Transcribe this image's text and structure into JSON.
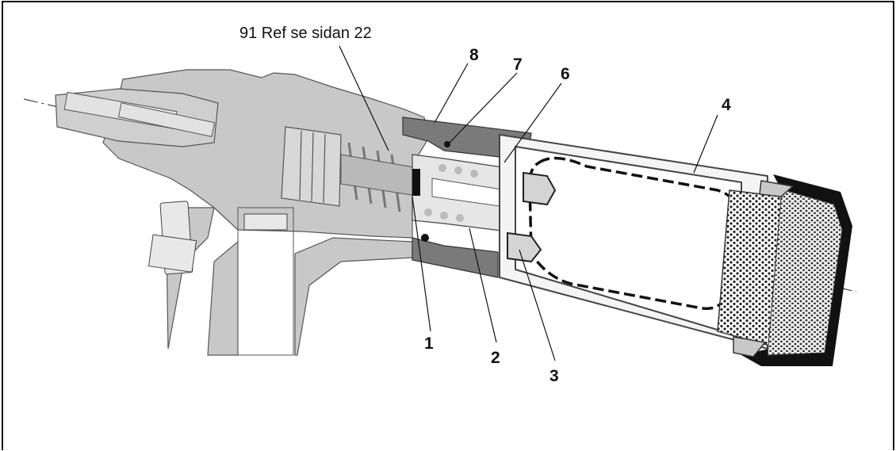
{
  "reference_note": "91 Ref se sidan 22",
  "callouts": [
    "8",
    "7",
    "6",
    "4",
    "1",
    "2",
    "3"
  ],
  "colors": {
    "light_gray": "#c8c8c8",
    "dark_gray": "#7a7a7a",
    "black": "#111111",
    "outline": "#333333"
  }
}
